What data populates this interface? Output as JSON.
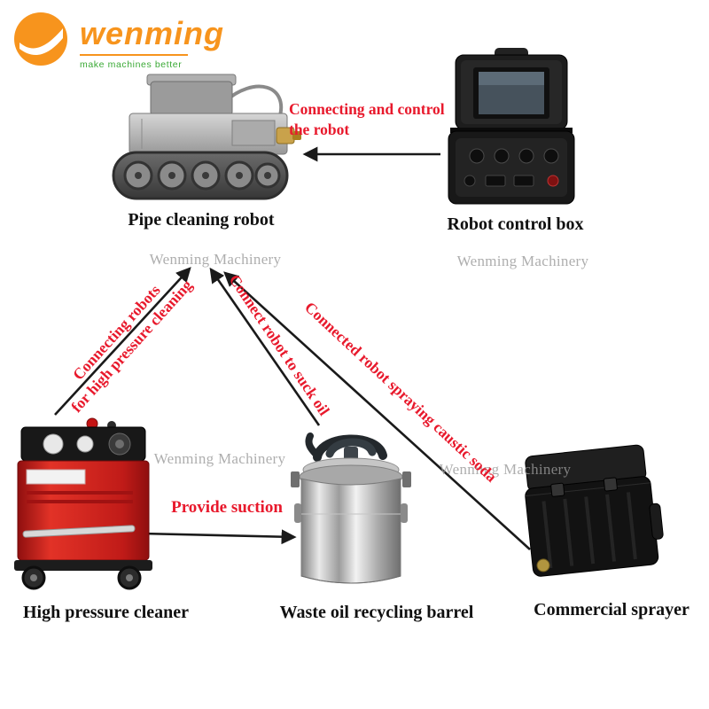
{
  "logo": {
    "brand": "wenming",
    "tagline": "make machines better"
  },
  "watermark": "Wenming Machinery",
  "items": {
    "robot": {
      "label": "Pipe cleaning robot"
    },
    "control_box": {
      "label": "Robot control box"
    },
    "cleaner": {
      "label": "High pressure cleaner"
    },
    "barrel": {
      "label": "Waste oil recycling barrel"
    },
    "sprayer": {
      "label": "Commercial sprayer"
    }
  },
  "annotations": {
    "control_line1": "Connecting and control",
    "control_line2": "the robot",
    "hp_line1": "Connecting robots",
    "hp_line2": "for high pressure cleaning",
    "suck_oil": "Connect robot to suck oil",
    "caustic": "Connected robot spraying caustic soda",
    "suction": "Provide suction"
  },
  "colors": {
    "brand_orange": "#f7941d",
    "brand_green": "#3aa935",
    "annotation_red": "#e8192c",
    "watermark_gray": "#9a9a9a",
    "arrow_black": "#1a1a1a"
  }
}
